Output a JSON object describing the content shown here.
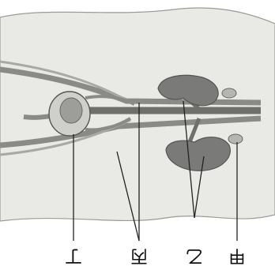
{
  "labels": {
    "jia": "甲",
    "yi": "乙",
    "bing": "丙",
    "ding": "丁"
  },
  "colors": {
    "background": "#ffffff",
    "body_fill": "#e9e9e6",
    "organ_fill": "#7a7a78",
    "vessel": "#8a8a86",
    "outline": "#555555",
    "line": "#222222"
  }
}
